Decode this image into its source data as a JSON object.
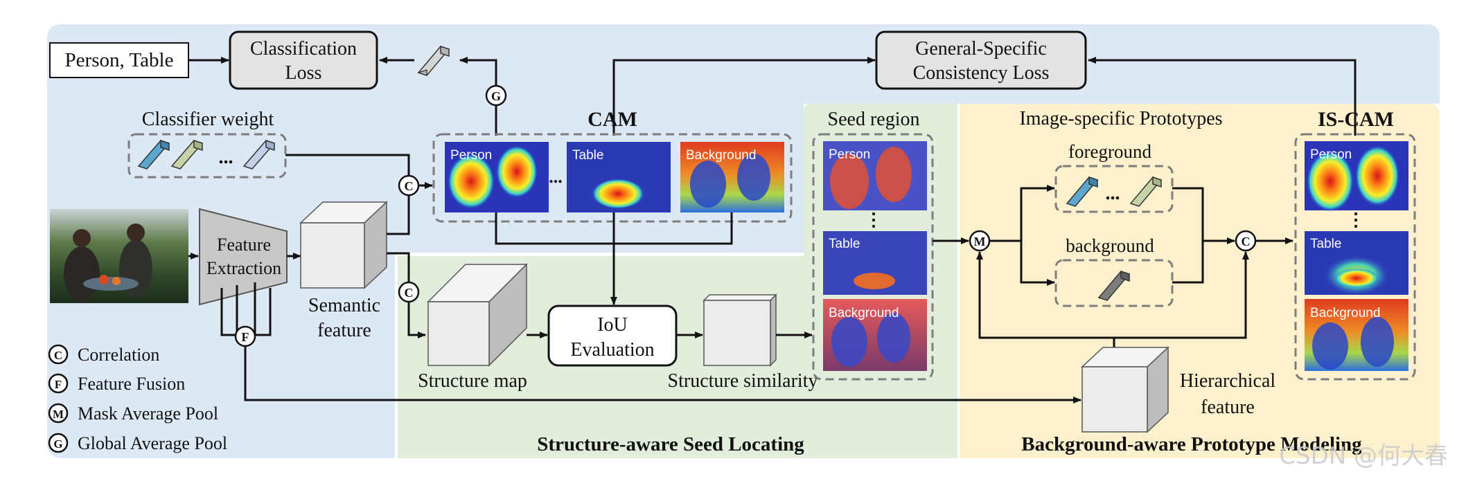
{
  "inputs": {
    "label": "Person, Table"
  },
  "losses": {
    "classification": [
      "Classification",
      "Loss"
    ],
    "consistency": [
      "General-Specific",
      "Consistency Loss"
    ]
  },
  "classifier": {
    "title": "Classifier weight",
    "ellipsis": "..."
  },
  "cam": {
    "title": "CAM",
    "maps": [
      "Person",
      "Table",
      "Background"
    ],
    "ellipsis": "..."
  },
  "encoder": {
    "label": [
      "Feature",
      "Extraction"
    ]
  },
  "semantic": {
    "label": [
      "Semantic",
      "feature"
    ]
  },
  "structure": {
    "map_label": "Structure map",
    "iou": [
      "IoU",
      "Evaluation"
    ],
    "similarity_label": "Structure similarity"
  },
  "seed": {
    "title": "Seed region",
    "maps": [
      "Person",
      "Table",
      "Background"
    ],
    "ellipsis": "⋮"
  },
  "prototypes": {
    "title": "Image-specific Prototypes",
    "foreground": "foreground",
    "background": "background",
    "ellipsis": "..."
  },
  "iscam": {
    "title": "IS-CAM",
    "maps": [
      "Person",
      "Table",
      "Background"
    ],
    "ellipsis": "⋮"
  },
  "hierarchical": {
    "label": [
      "Hierarchical",
      "feature"
    ]
  },
  "operators": {
    "correlation": "C",
    "fusion": "F",
    "mask_pool": "M",
    "global_pool": "G"
  },
  "legend": [
    {
      "symbol": "C",
      "label": "Correlation"
    },
    {
      "symbol": "F",
      "label": "Feature Fusion"
    },
    {
      "symbol": "M",
      "label": "Mask Average Pool"
    },
    {
      "symbol": "G",
      "label": "Global Average Pool"
    }
  ],
  "sections": {
    "structure": "Structure-aware Seed Locating",
    "background": "Background-aware Prototype Modeling"
  },
  "watermark": "CSDN @何大春",
  "colors": {
    "blue_panel": "#dde8f5",
    "green_panel": "#e2eedb",
    "yellow_panel": "#fdf0cc",
    "loss_box": "#e3e3e3",
    "cube": "#ececec",
    "dashed": "#7d7d7d",
    "proto_blue": "#5ba7cf",
    "proto_green": "#c6d3a6",
    "proto_gray": "#7c7c7c"
  }
}
